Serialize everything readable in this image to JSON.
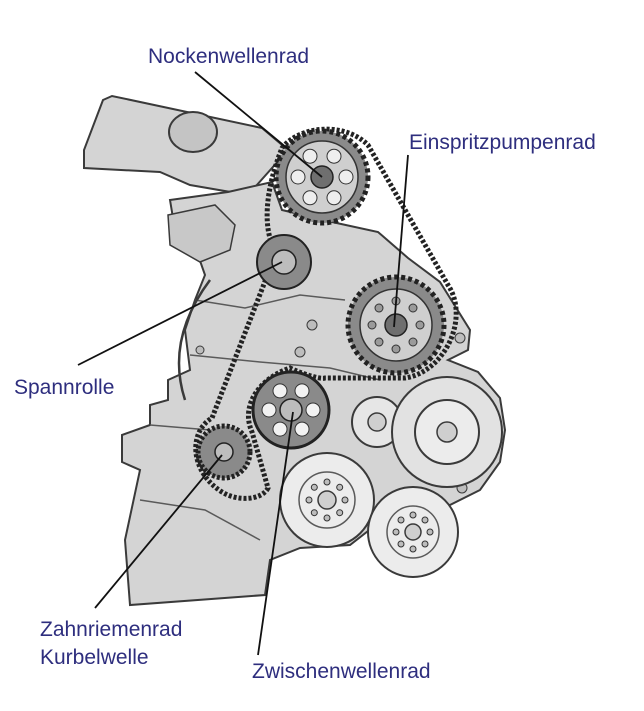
{
  "labels": {
    "camshaft": "Nockenwellenrad",
    "injection_pump": "Einspritzpumpenrad",
    "tensioner": "Spannrolle",
    "crankshaft_line1": "Zahnriemenrad",
    "crankshaft_line2": "Kurbelwelle",
    "intermediate": "Zwischenwellenrad"
  },
  "colors": {
    "label": "#2e2e7e",
    "leader": "#111111",
    "block_fill": "#d4d4d4",
    "block_stroke": "#3a3a3a",
    "pulley_fill": "#ececec",
    "gear_fill": "#8a8a8a",
    "belt": "#222222"
  }
}
